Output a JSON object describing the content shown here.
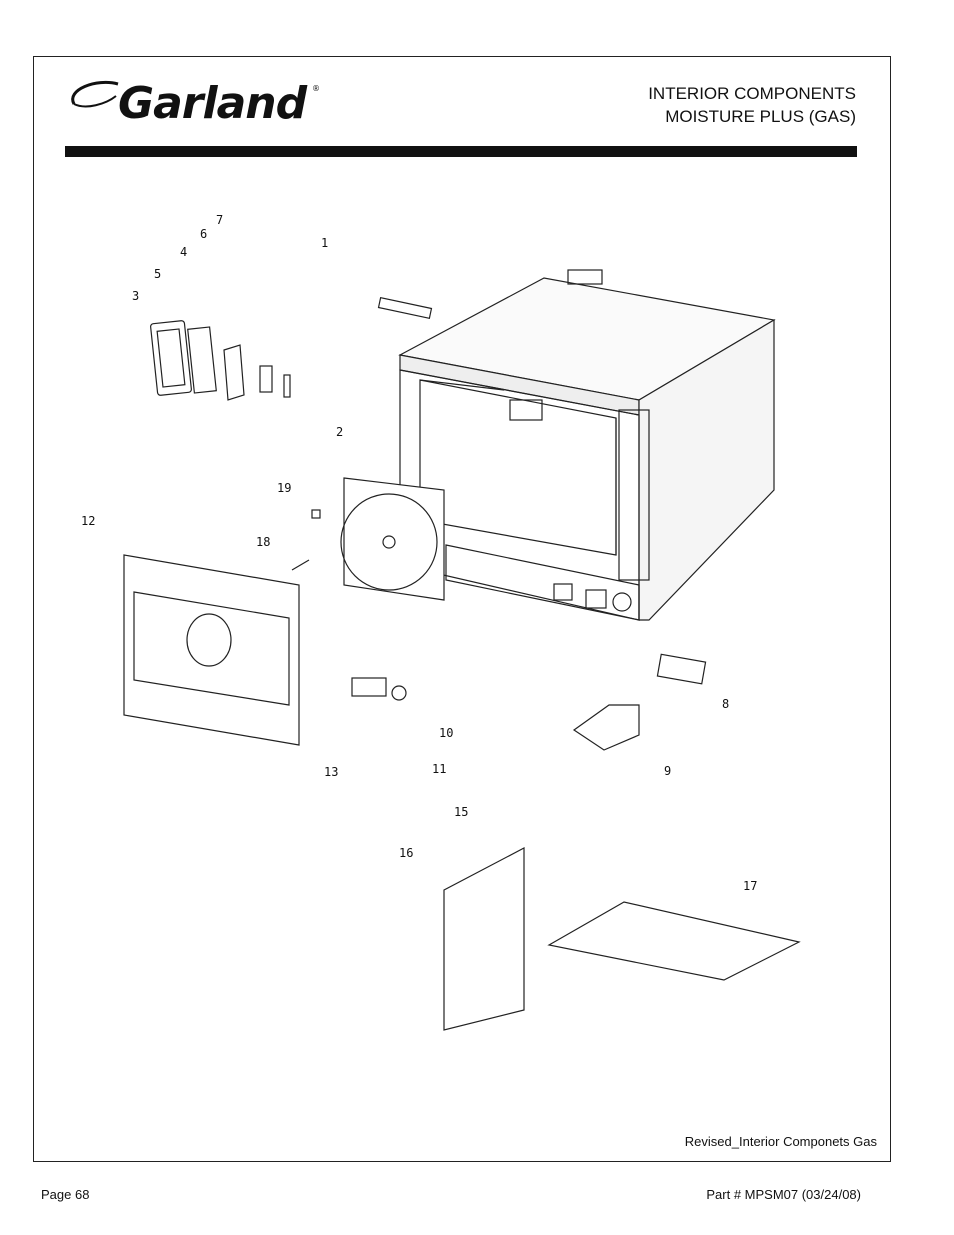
{
  "brand": {
    "name": "Garland",
    "reg_mark": "®"
  },
  "header": {
    "title_line1": "INTERIOR COMPONENTS",
    "title_line2": "MOISTURE PLUS (GAS)"
  },
  "callouts": [
    "1",
    "2",
    "3",
    "4",
    "5",
    "6",
    "7",
    "8",
    "9",
    "10",
    "11",
    "12",
    "13",
    "15",
    "16",
    "17",
    "18",
    "19"
  ],
  "revised_note": "Revised_Interior Componets Gas",
  "footer": {
    "page": "Page 68",
    "part": "Part # MPSM07 (03/24/08)"
  }
}
